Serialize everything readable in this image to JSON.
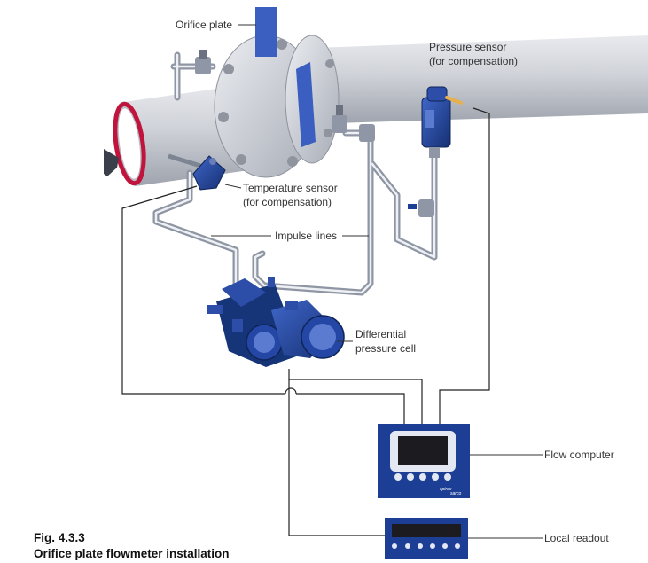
{
  "labels": {
    "orifice_plate": "Orifice plate",
    "pressure_sensor_line1": "Pressure sensor",
    "pressure_sensor_line2": "(for compensation)",
    "temperature_sensor_line1": "Temperature sensor",
    "temperature_sensor_line2": "(for compensation)",
    "impulse_lines": "Impulse lines",
    "dp_cell_line1": "Differential",
    "dp_cell_line2": "pressure cell",
    "flow_computer": "Flow computer",
    "local_readout": "Local readout",
    "brand_line1": "spirax",
    "brand_line2": "sarco"
  },
  "caption": {
    "figure_number": "Fig. 4.3.3",
    "title": "Orifice plate flowmeter installation"
  },
  "colors": {
    "device_blue": "#1c3f95",
    "pipe_grey": "#c9ccd2",
    "pipe_lining": "#c0143c",
    "plate_blue": "#3b5fc0",
    "sensor_tip": "#e8b04a"
  }
}
